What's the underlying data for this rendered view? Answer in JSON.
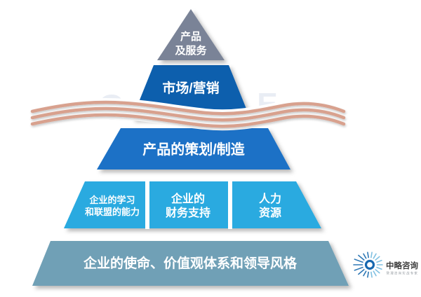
{
  "diagram": {
    "watermark": {
      "letter_left": "C",
      "letter_right": "E"
    },
    "levels": {
      "products": {
        "line1": "产品",
        "line2": "及服务",
        "color": "#7a8397"
      },
      "marketing": {
        "label": "市场/营销",
        "color": "#0d5ead"
      },
      "planning": {
        "label": "产品的策划/制造",
        "color": "#1a71c6"
      },
      "capabilities": {
        "color": "#29aae0",
        "segments": [
          {
            "line1": "企业的学习",
            "line2": "和联盟的能力"
          },
          {
            "line1": "企业的",
            "line2": "财务支持"
          },
          {
            "line1": "人力",
            "line2": "资源"
          }
        ]
      },
      "foundation": {
        "label": "企业的使命、价值观体系和领导风格",
        "color": "#6fa0b6"
      }
    },
    "wave_color": "#d8a18e"
  },
  "logo": {
    "name": "中略咨询",
    "tagline": "管理咨询实战专家",
    "icon": "sunburst-icon",
    "ring_color": "#1668b0",
    "spike_dark": "#2e78b5",
    "spike_light": "#7fc0e2"
  }
}
